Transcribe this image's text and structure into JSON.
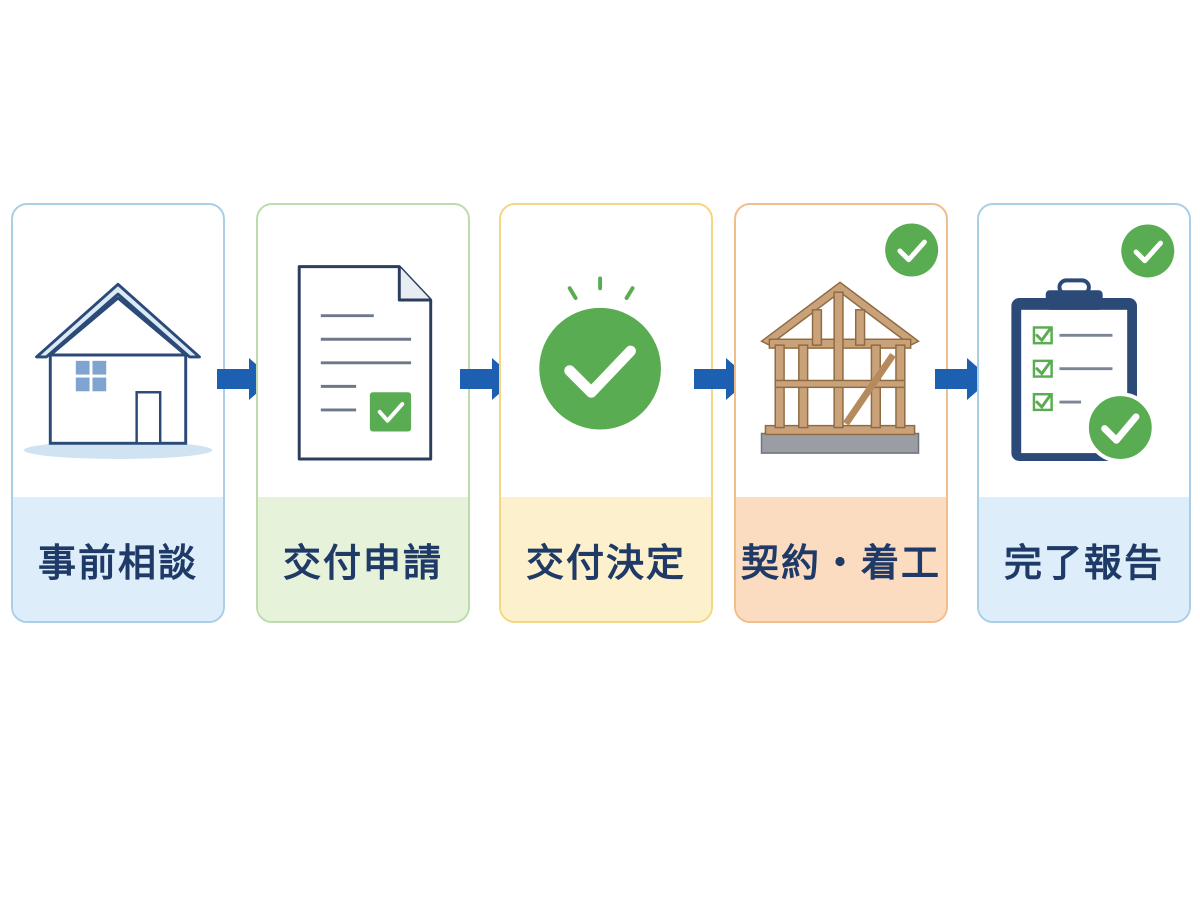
{
  "steps": [
    {
      "label": "事前相談",
      "icon": "house-icon"
    },
    {
      "label": "交付申請",
      "icon": "document-check-icon"
    },
    {
      "label": "交付決定",
      "icon": "approval-check-icon"
    },
    {
      "label": "契約・着工",
      "icon": "house-frame-icon"
    },
    {
      "label": "完了報告",
      "icon": "clipboard-checklist-icon"
    }
  ],
  "colors": {
    "label_text": "#1f3a66",
    "arrow": "#1d5fb0",
    "check_green": "#5aac52",
    "step1_band": "#ddeefa",
    "step2_band": "#e6f2da",
    "step3_band": "#fdf1cd",
    "step4_band": "#fbdcc0",
    "step5_band": "#ddeefa"
  }
}
